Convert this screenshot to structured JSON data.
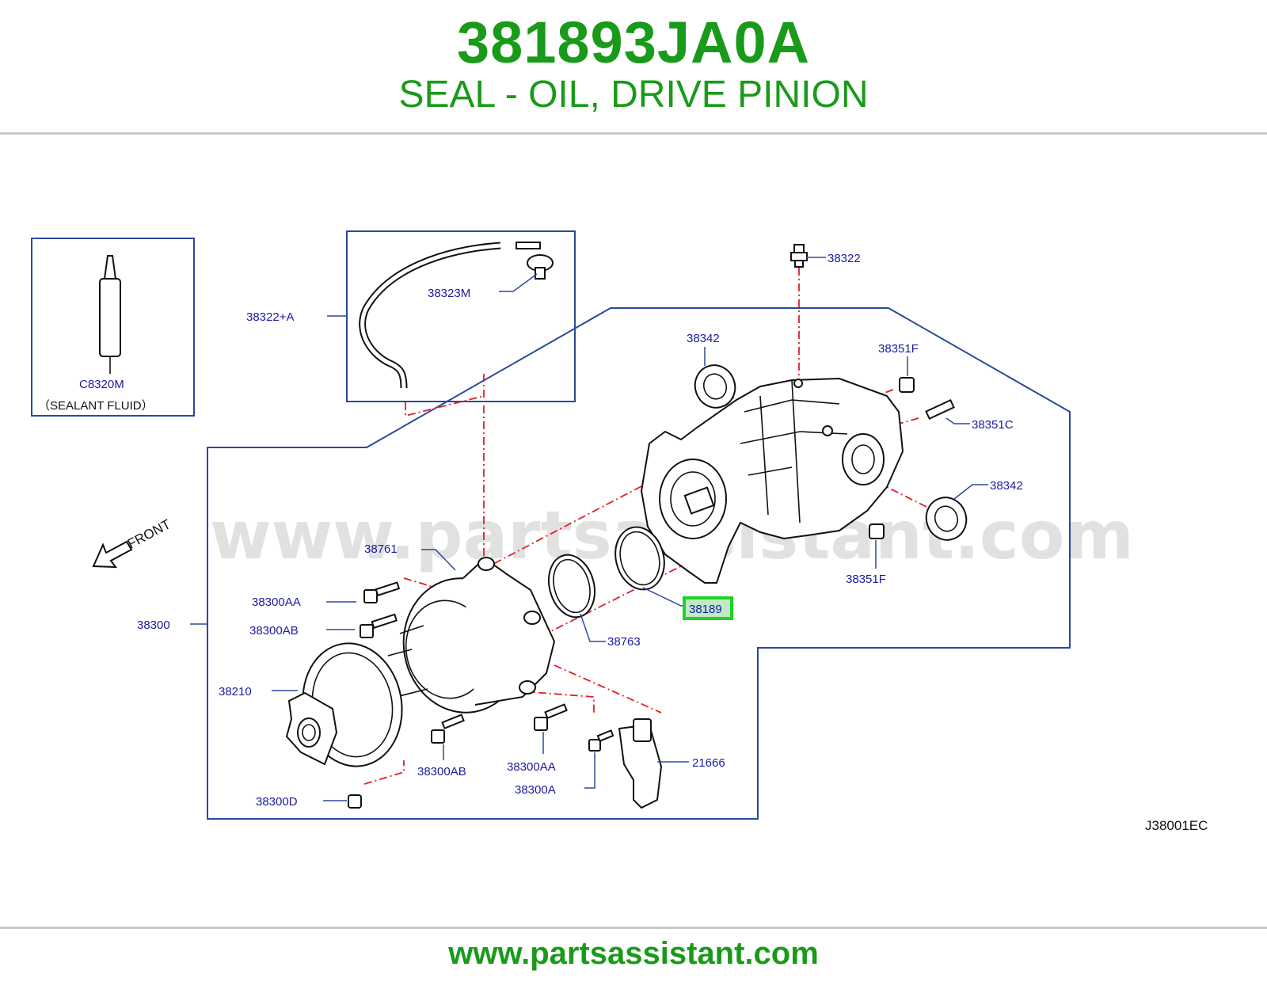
{
  "header": {
    "part_number": "381893JA0A",
    "part_description": "SEAL - OIL, DRIVE PINION"
  },
  "diagram": {
    "watermark": "www.partsassistant.com",
    "front_label": "FRONT",
    "diagram_code": "J38001EC",
    "highlighted_part": "38189",
    "sealant_box": {
      "part": "C8320M",
      "note": "（SEALANT   FLUID）"
    },
    "callouts": {
      "c38322": "38322",
      "c38323m": "38323M",
      "c38322a": "38322+A",
      "c38342_top": "38342",
      "c38351f_top": "38351F",
      "c38351c": "38351C",
      "c38342_right": "38342",
      "c38351f_bottom": "38351F",
      "c38761": "38761",
      "c38300aa_top": "38300AA",
      "c38300ab_top": "38300AB",
      "c38300": "38300",
      "c38189": "38189",
      "c38763": "38763",
      "c38210": "38210",
      "c38300ab_bottom": "38300AB",
      "c38300aa_bottom": "38300AA",
      "c38300a": "38300A",
      "c21666": "21666",
      "c38300d": "38300D"
    }
  },
  "footer": {
    "url": "www.partsassistant.com"
  }
}
